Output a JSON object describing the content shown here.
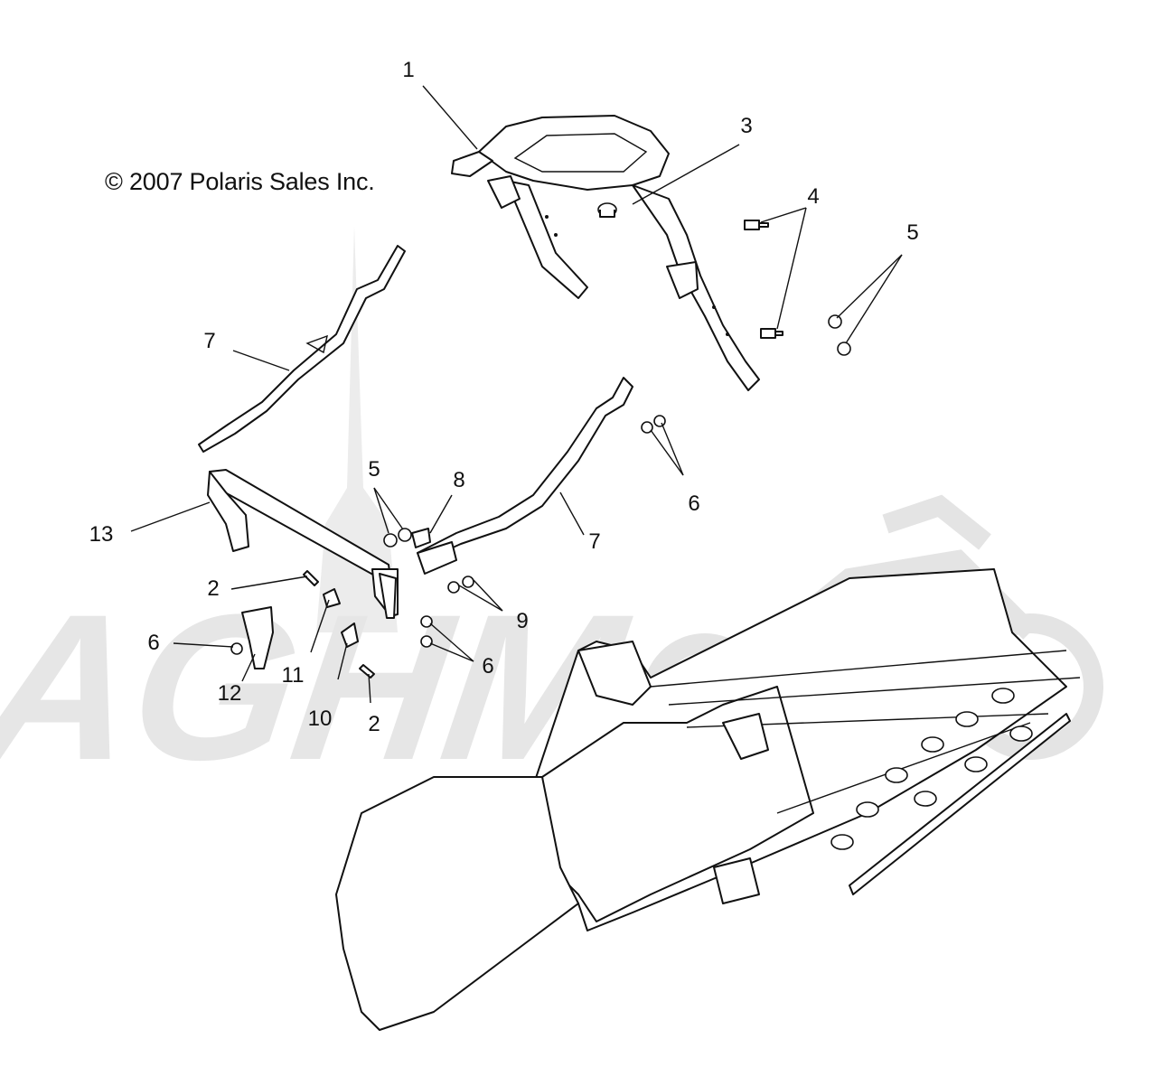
{
  "copyright": "© 2007 Polaris Sales Inc.",
  "watermark": "AGHM",
  "callouts": [
    {
      "id": "c1",
      "text": "1"
    },
    {
      "id": "c2a",
      "text": "2"
    },
    {
      "id": "c2b",
      "text": "2"
    },
    {
      "id": "c3",
      "text": "3"
    },
    {
      "id": "c4",
      "text": "4"
    },
    {
      "id": "c5a",
      "text": "5"
    },
    {
      "id": "c5b",
      "text": "5"
    },
    {
      "id": "c6a",
      "text": "6"
    },
    {
      "id": "c6b",
      "text": "6"
    },
    {
      "id": "c6c",
      "text": "6"
    },
    {
      "id": "c7a",
      "text": "7"
    },
    {
      "id": "c7b",
      "text": "7"
    },
    {
      "id": "c8",
      "text": "8"
    },
    {
      "id": "c9",
      "text": "9"
    },
    {
      "id": "c10",
      "text": "10"
    },
    {
      "id": "c11",
      "text": "11"
    },
    {
      "id": "c12",
      "text": "12"
    },
    {
      "id": "c13",
      "text": "13"
    }
  ]
}
